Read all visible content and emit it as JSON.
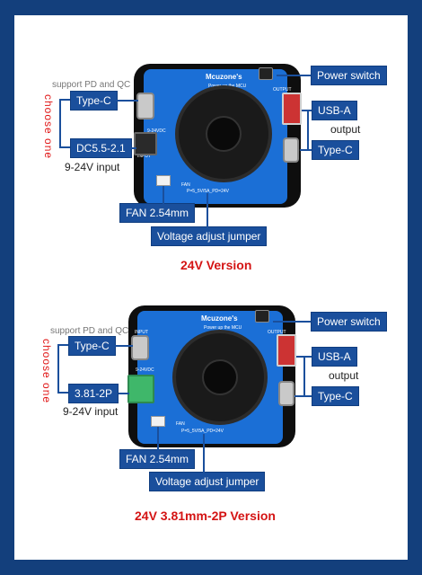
{
  "top": {
    "support_note": "support PD and QC",
    "choose_note": "choose one",
    "input_typec": "Type-C",
    "input_alt": "DC5.5-2.1",
    "input_range": "9-24V input",
    "power_switch": "Power switch",
    "usb_a": "USB-A",
    "output": "output",
    "output_typec": "Type-C",
    "fan": "FAN 2.54mm",
    "jumper": "Voltage adjust jumper",
    "version": "24V Version",
    "brand": "Mcuzone's",
    "brand_sub": "Power up the MCU",
    "pcb_input": "INPUT",
    "pcb_output": "OUTPUT",
    "pcb_dc": "9-24VDC",
    "pcb_fan": "FAN",
    "pcb_jumper": "P=5_5V/5A_PD=24V"
  },
  "bottom": {
    "support_note": "support PD and QC",
    "choose_note": "choose one",
    "input_typec": "Type-C",
    "input_alt": "3.81-2P",
    "input_range": "9-24V input",
    "power_switch": "Power switch",
    "usb_a": "USB-A",
    "output": "output",
    "output_typec": "Type-C",
    "fan": "FAN 2.54mm",
    "jumper": "Voltage adjust jumper",
    "version": "24V 3.81mm-2P Version",
    "brand": "Mcuzone's",
    "brand_sub": "Power up the MCU",
    "pcb_input": "INPUT",
    "pcb_output": "OUTPUT",
    "pcb_dc": "9-24VDC",
    "pcb_fan": "FAN",
    "pcb_jumper": "P=5_5V/5A_PD=24V"
  },
  "colors": {
    "frame": "#133f7c",
    "label_box": "#1a4f9c",
    "title_red": "#d41414",
    "pcb_blue": "#1b6fd6"
  }
}
